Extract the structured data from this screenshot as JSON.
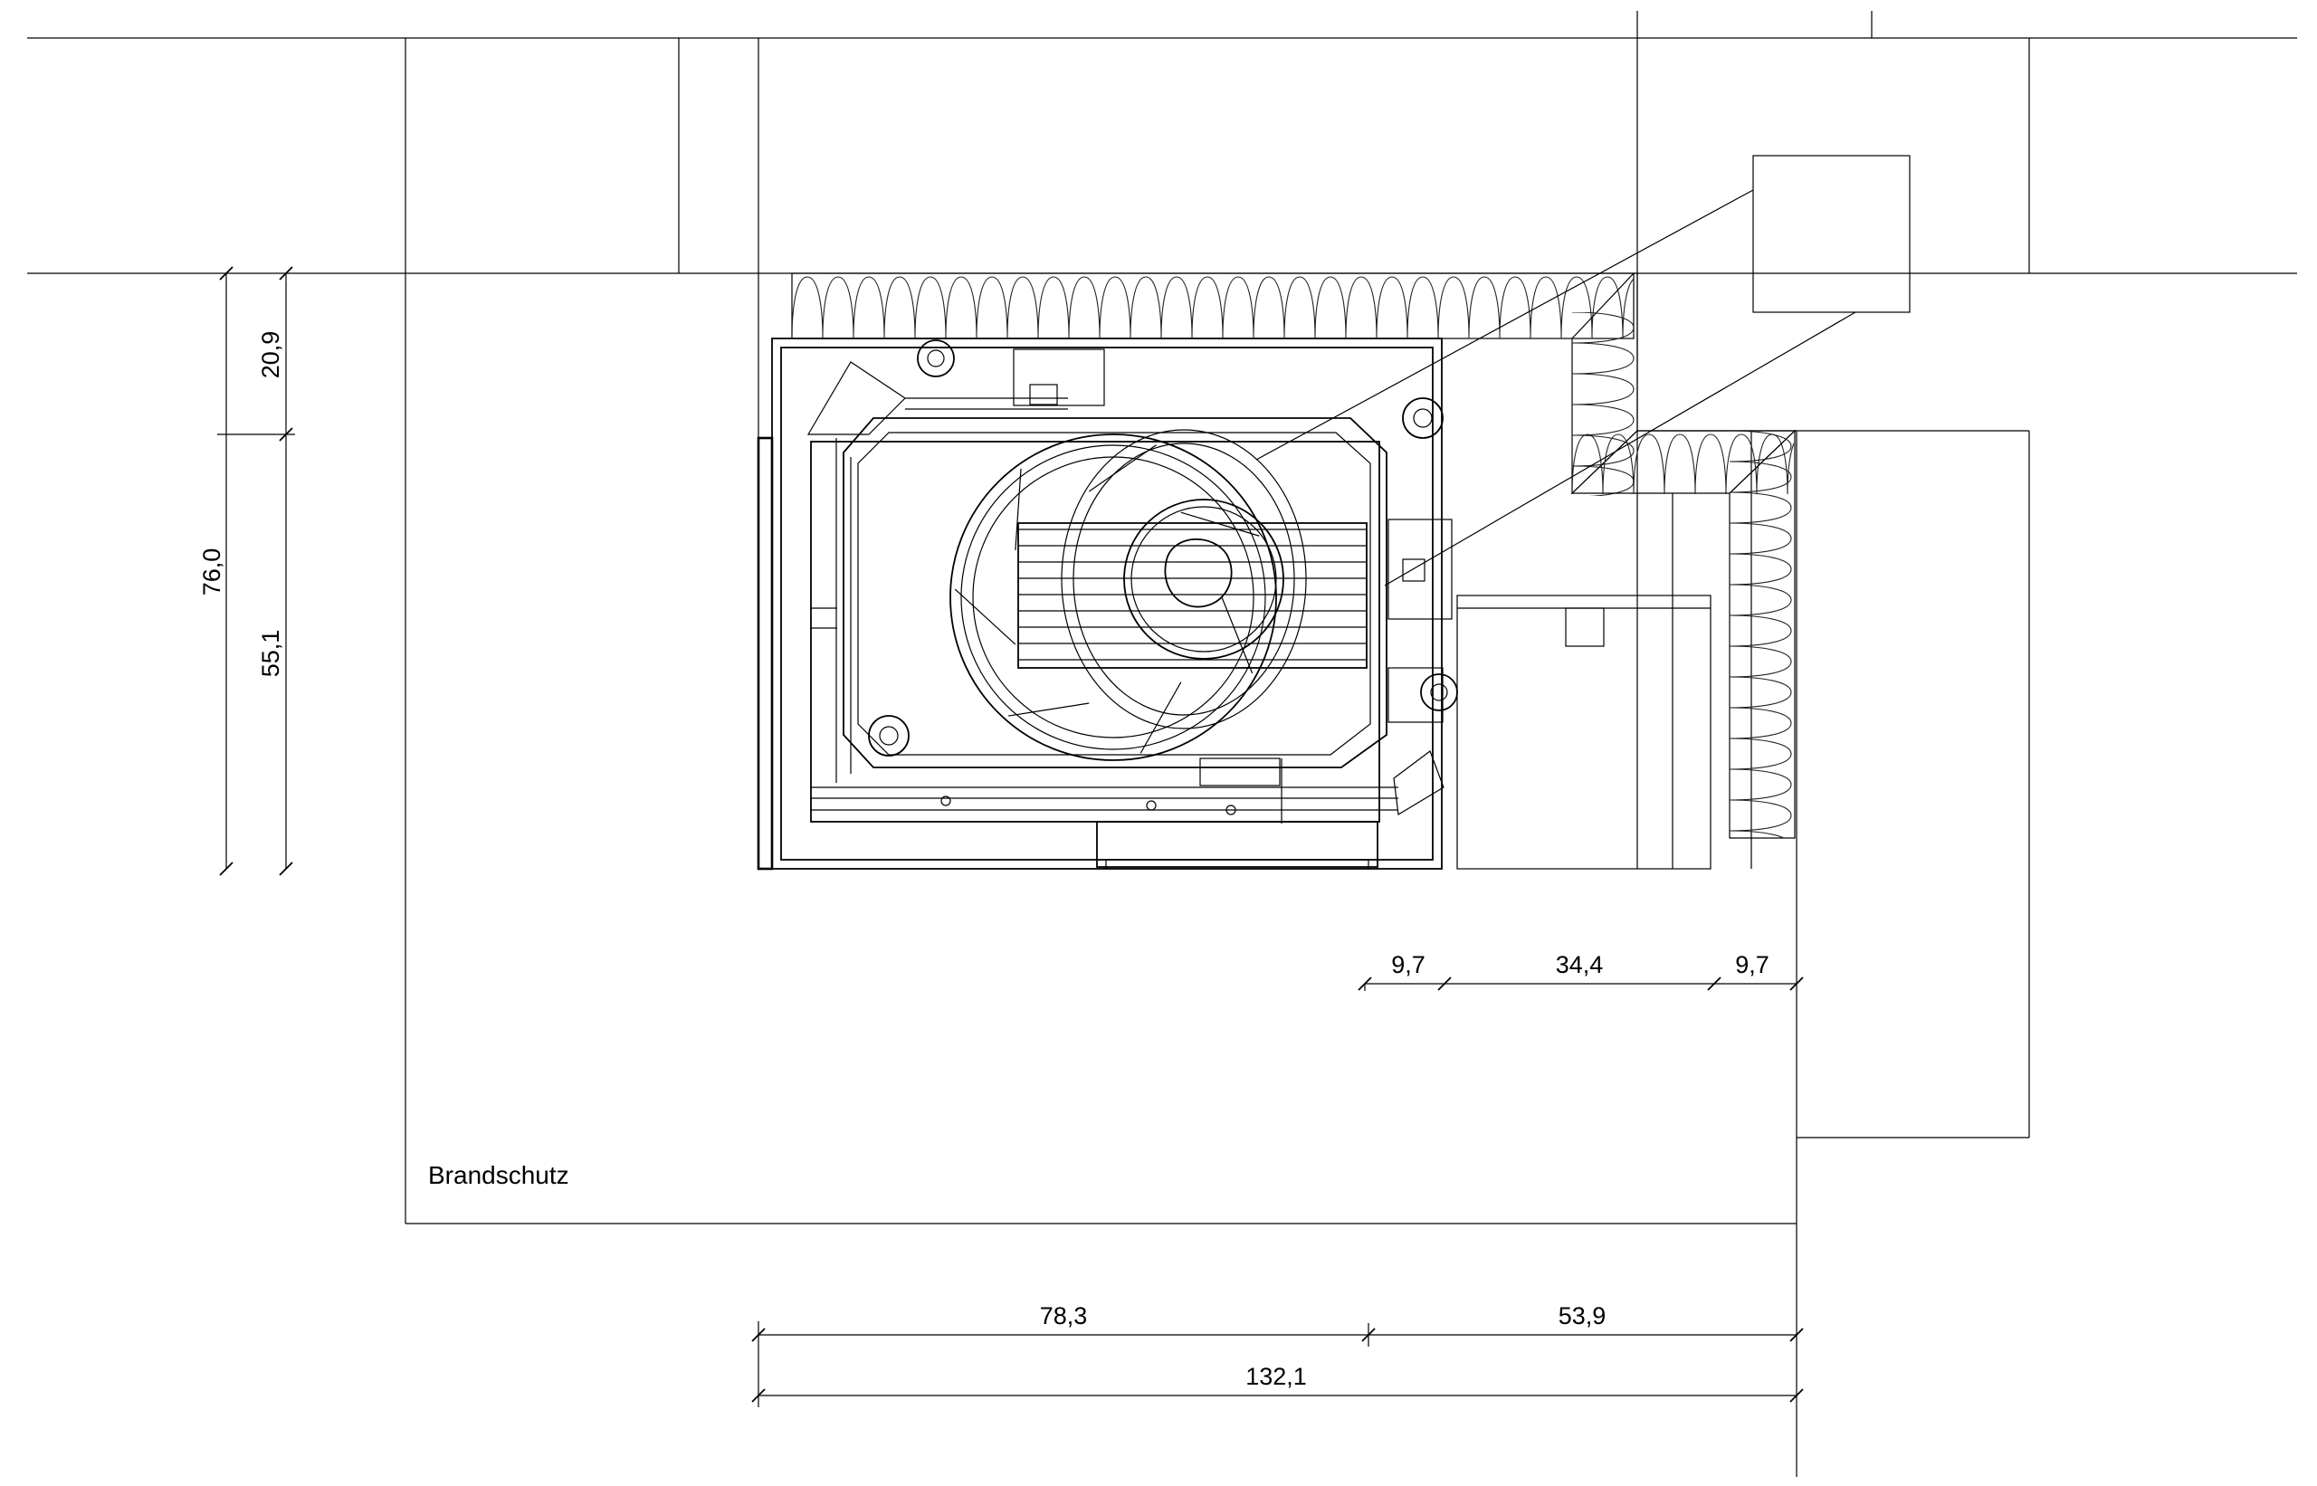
{
  "labels": {
    "zone": "Brandschutz"
  },
  "dimensions": {
    "vertical_total": "76,0",
    "vertical_top": "20,9",
    "vertical_lower": "55,1",
    "horizontal_left_gap": "9,7",
    "horizontal_middle": "34,4",
    "horizontal_right_gap": "9,7",
    "horizontal_left_part": "78,3",
    "horizontal_right_part": "53,9",
    "horizontal_total": "132,1"
  }
}
